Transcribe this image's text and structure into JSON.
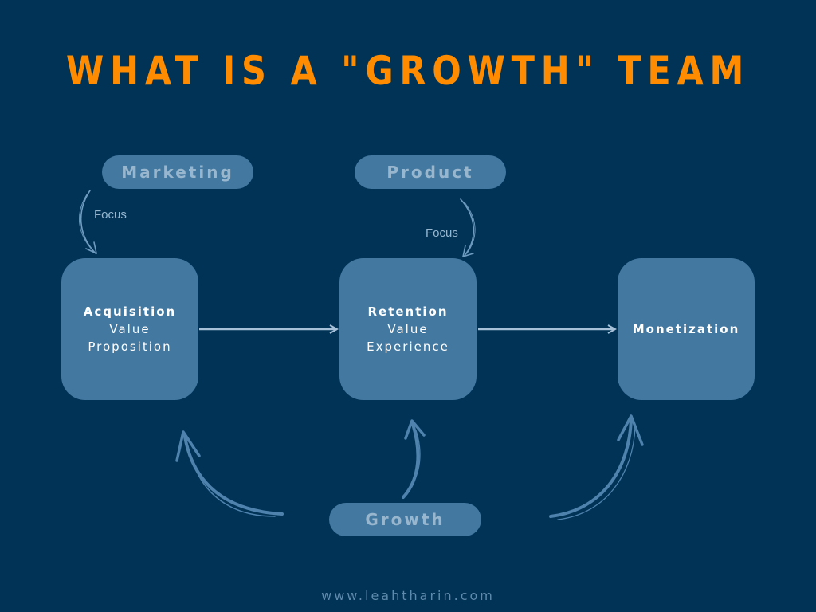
{
  "title": "WHAT IS A \"GROWTH\" TEAM",
  "pills": {
    "marketing": "Marketing",
    "product": "Product",
    "growth": "Growth"
  },
  "focus_labels": {
    "marketing": "Focus",
    "product": "Focus"
  },
  "stages": {
    "acquisition": {
      "title": "Acquisition",
      "line1": "Value",
      "line2": "Proposition"
    },
    "retention": {
      "title": "Retention",
      "line1": "Value",
      "line2": "Experience"
    },
    "monetization": {
      "title": "Monetization"
    }
  },
  "footer": "www.leahtharin.com",
  "colors": {
    "background": "#003356",
    "title": "#ff8c00",
    "box": "#4378a0",
    "pill_text": "#98b7cf",
    "arrow": "#a7c1d8"
  }
}
